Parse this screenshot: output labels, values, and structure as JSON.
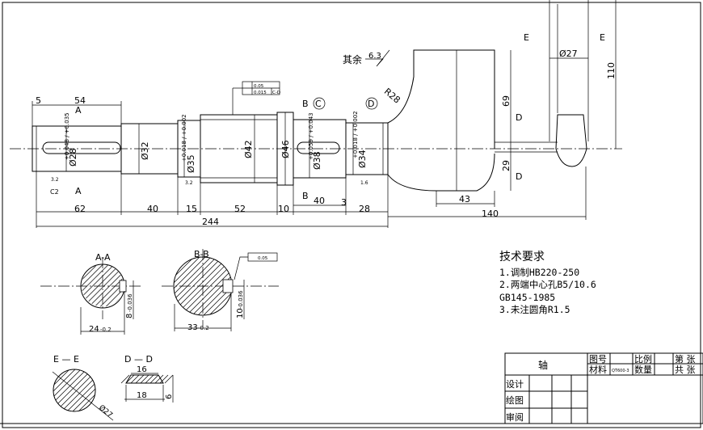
{
  "tech_requirements": {
    "title": "技术要求",
    "lines": [
      "1.调制HB220-250",
      "2.两端中心孔B5/10.6",
      "GB145-1985",
      "3.未注圆角R1.5"
    ]
  },
  "title_block": {
    "part_name": "轴",
    "drawing_no_label": "图号",
    "scale_label": "比例",
    "sheet_label": "第 张",
    "material_label": "材料",
    "material_value": "QT600-3",
    "weight_label": "数量",
    "total_label": "共 张",
    "designer_label": "设计",
    "drafter_label": "绘图",
    "reviewer_label": "审阅"
  },
  "surface_note": {
    "text": "其余",
    "value": "6.3"
  },
  "sections": {
    "a_a": "A-A",
    "b_b": "B-B",
    "e_e": "E — E",
    "d_d": "D — D"
  },
  "section_markers": {
    "A": "A",
    "B": "B",
    "C": "C",
    "D": "D",
    "E": "E"
  },
  "dimensions": {
    "len_62": "62",
    "len_40a": "40",
    "len_15": "15",
    "len_52": "52",
    "len_10": "10",
    "len_40b": "40",
    "len_3": "3",
    "len_28": "28",
    "len_244": "244",
    "len_54": "54",
    "len_5": "5",
    "len_140": "140",
    "len_43": "43",
    "len_69": "69",
    "len_29": "29",
    "len_110": "110",
    "dia_27": "Ø27",
    "r_28": "R28",
    "dia_28": "Ø28",
    "dia_28_tol": "+0.048 / +0.035",
    "dia_32": "Ø32",
    "dia_35": "Ø35",
    "dia_35_tol": "+0.018 / +0.002",
    "dia_42": "Ø42",
    "dia_46": "Ø46",
    "dia_38": "Ø38",
    "dia_38_tol": "+0.059 / +0.043",
    "dia_34": "Ø34",
    "dia_34_tol": "+0.018 / +0.002",
    "aa_width": "24",
    "aa_width_tol": "-0.2",
    "aa_depth": "8",
    "aa_depth_tol": "-0.036",
    "bb_width": "33",
    "bb_width_tol": "-0.2",
    "bb_depth": "10",
    "bb_depth_tol": "-0.036",
    "dd_top": "16",
    "dd_bottom": "18",
    "dd_height": "6",
    "ee_dia": "Ø27",
    "ra_32": "3.2",
    "ra_16": "1.6",
    "c2": "C2",
    "tol_runout": "0.05",
    "tol_sym": "0.015",
    "tol_ref": "C-D",
    "tol_bb": "0.05"
  },
  "colors": {
    "line": "#000000",
    "background": "#ffffff"
  }
}
